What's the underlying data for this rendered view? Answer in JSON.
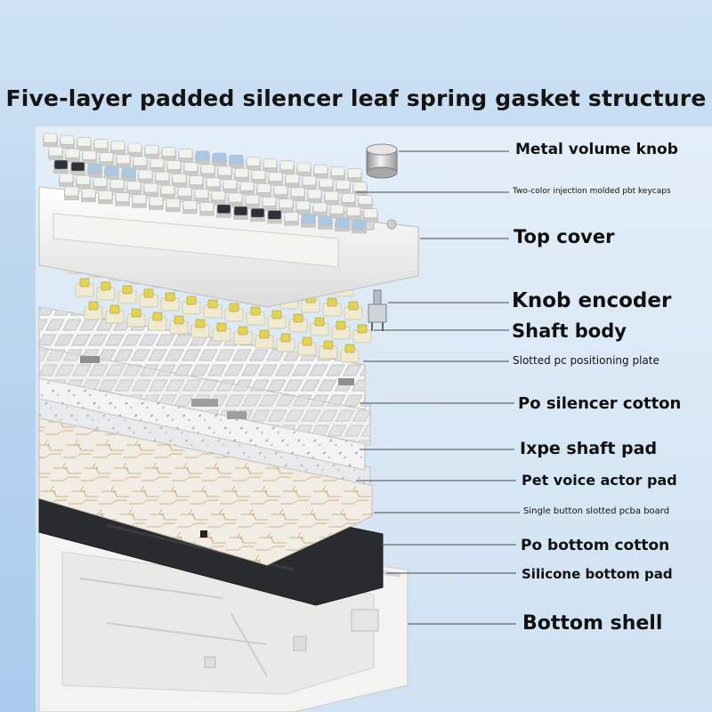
{
  "title": "Five-layer padded silencer leaf spring gasket structure",
  "labels": {
    "metal_volume_knob": "Metal volume knob",
    "keycaps": "Two-color injection molded pbt keycaps",
    "top_cover": "Top cover",
    "knob_encoder": "Knob encoder",
    "shaft_body": "Shaft body",
    "positioning_plate": "Slotted pc positioning plate",
    "silencer_cotton": "Po silencer cotton",
    "ixpe_pad": "Ixpe shaft pad",
    "pet_pad": "Pet voice actor pad",
    "pcba_board": "Single button slotted pcba board",
    "bottom_cotton": "Po bottom cotton",
    "silicone_pad": "Silicone bottom pad",
    "bottom_shell": "Bottom shell"
  },
  "colors": {
    "background": "#bcd6ef",
    "keycap_white": "#f2f2ee",
    "keycap_blue": "#a9c8e6",
    "keycap_dark": "#2d3038",
    "switch_yellow": "#e3d350",
    "switch_base": "#f1ead3",
    "pcb_black": "#26272b",
    "shell_white": "#f4f4f2"
  }
}
